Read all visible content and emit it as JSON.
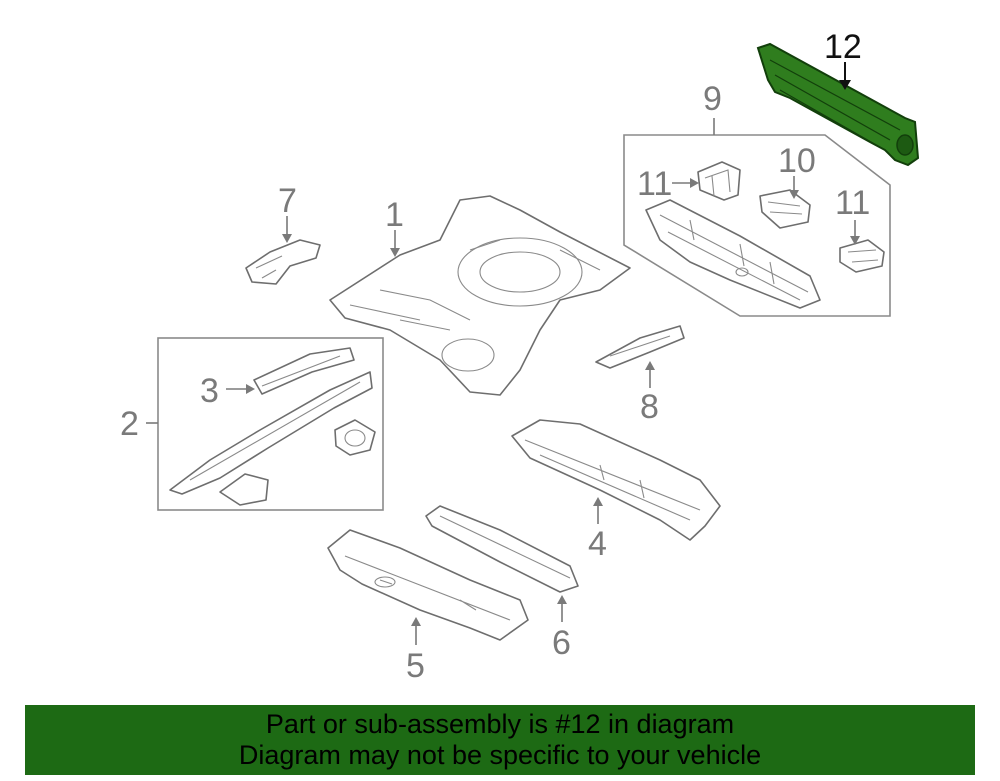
{
  "callouts": {
    "c1": "1",
    "c2": "2",
    "c3": "3",
    "c4": "4",
    "c5": "5",
    "c6": "6",
    "c7": "7",
    "c8": "8",
    "c9": "9",
    "c10": "10",
    "c11a": "11",
    "c11b": "11",
    "c12": "12"
  },
  "highlight": {
    "part_number": "12",
    "color": "#1d6a14"
  },
  "colors": {
    "line": "#6e6e6e",
    "banner_bg": "#1d6a14",
    "part_fill": "#2f7d1e"
  },
  "banner": {
    "line1": "Part or sub-assembly is #12 in diagram",
    "line2": "Diagram may not be specific to your vehicle"
  }
}
